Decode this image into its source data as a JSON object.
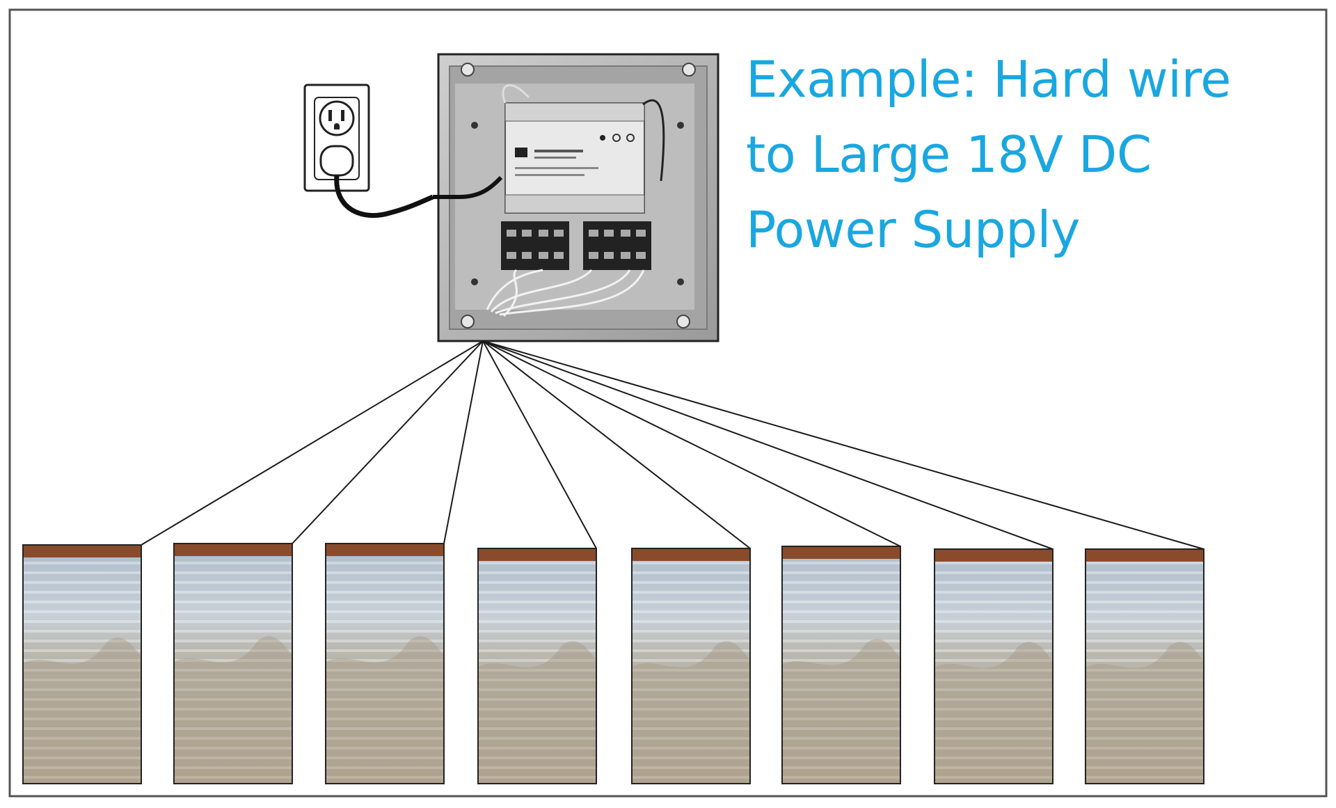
{
  "title_lines": [
    "Example: Hard wire",
    "to Large 18V DC",
    "Power Supply"
  ],
  "colors": {
    "title": "#1aa7e0",
    "frame": "#555555",
    "wire": "#1a1a1a",
    "enclosure": "#b9b9b9",
    "shade_top": "#8a4b2c"
  },
  "icons": {
    "outlet": "wall-outlet-icon",
    "power_supply": "power-supply-enclosure",
    "shades": "window-shade-image"
  },
  "shade_count": 8
}
